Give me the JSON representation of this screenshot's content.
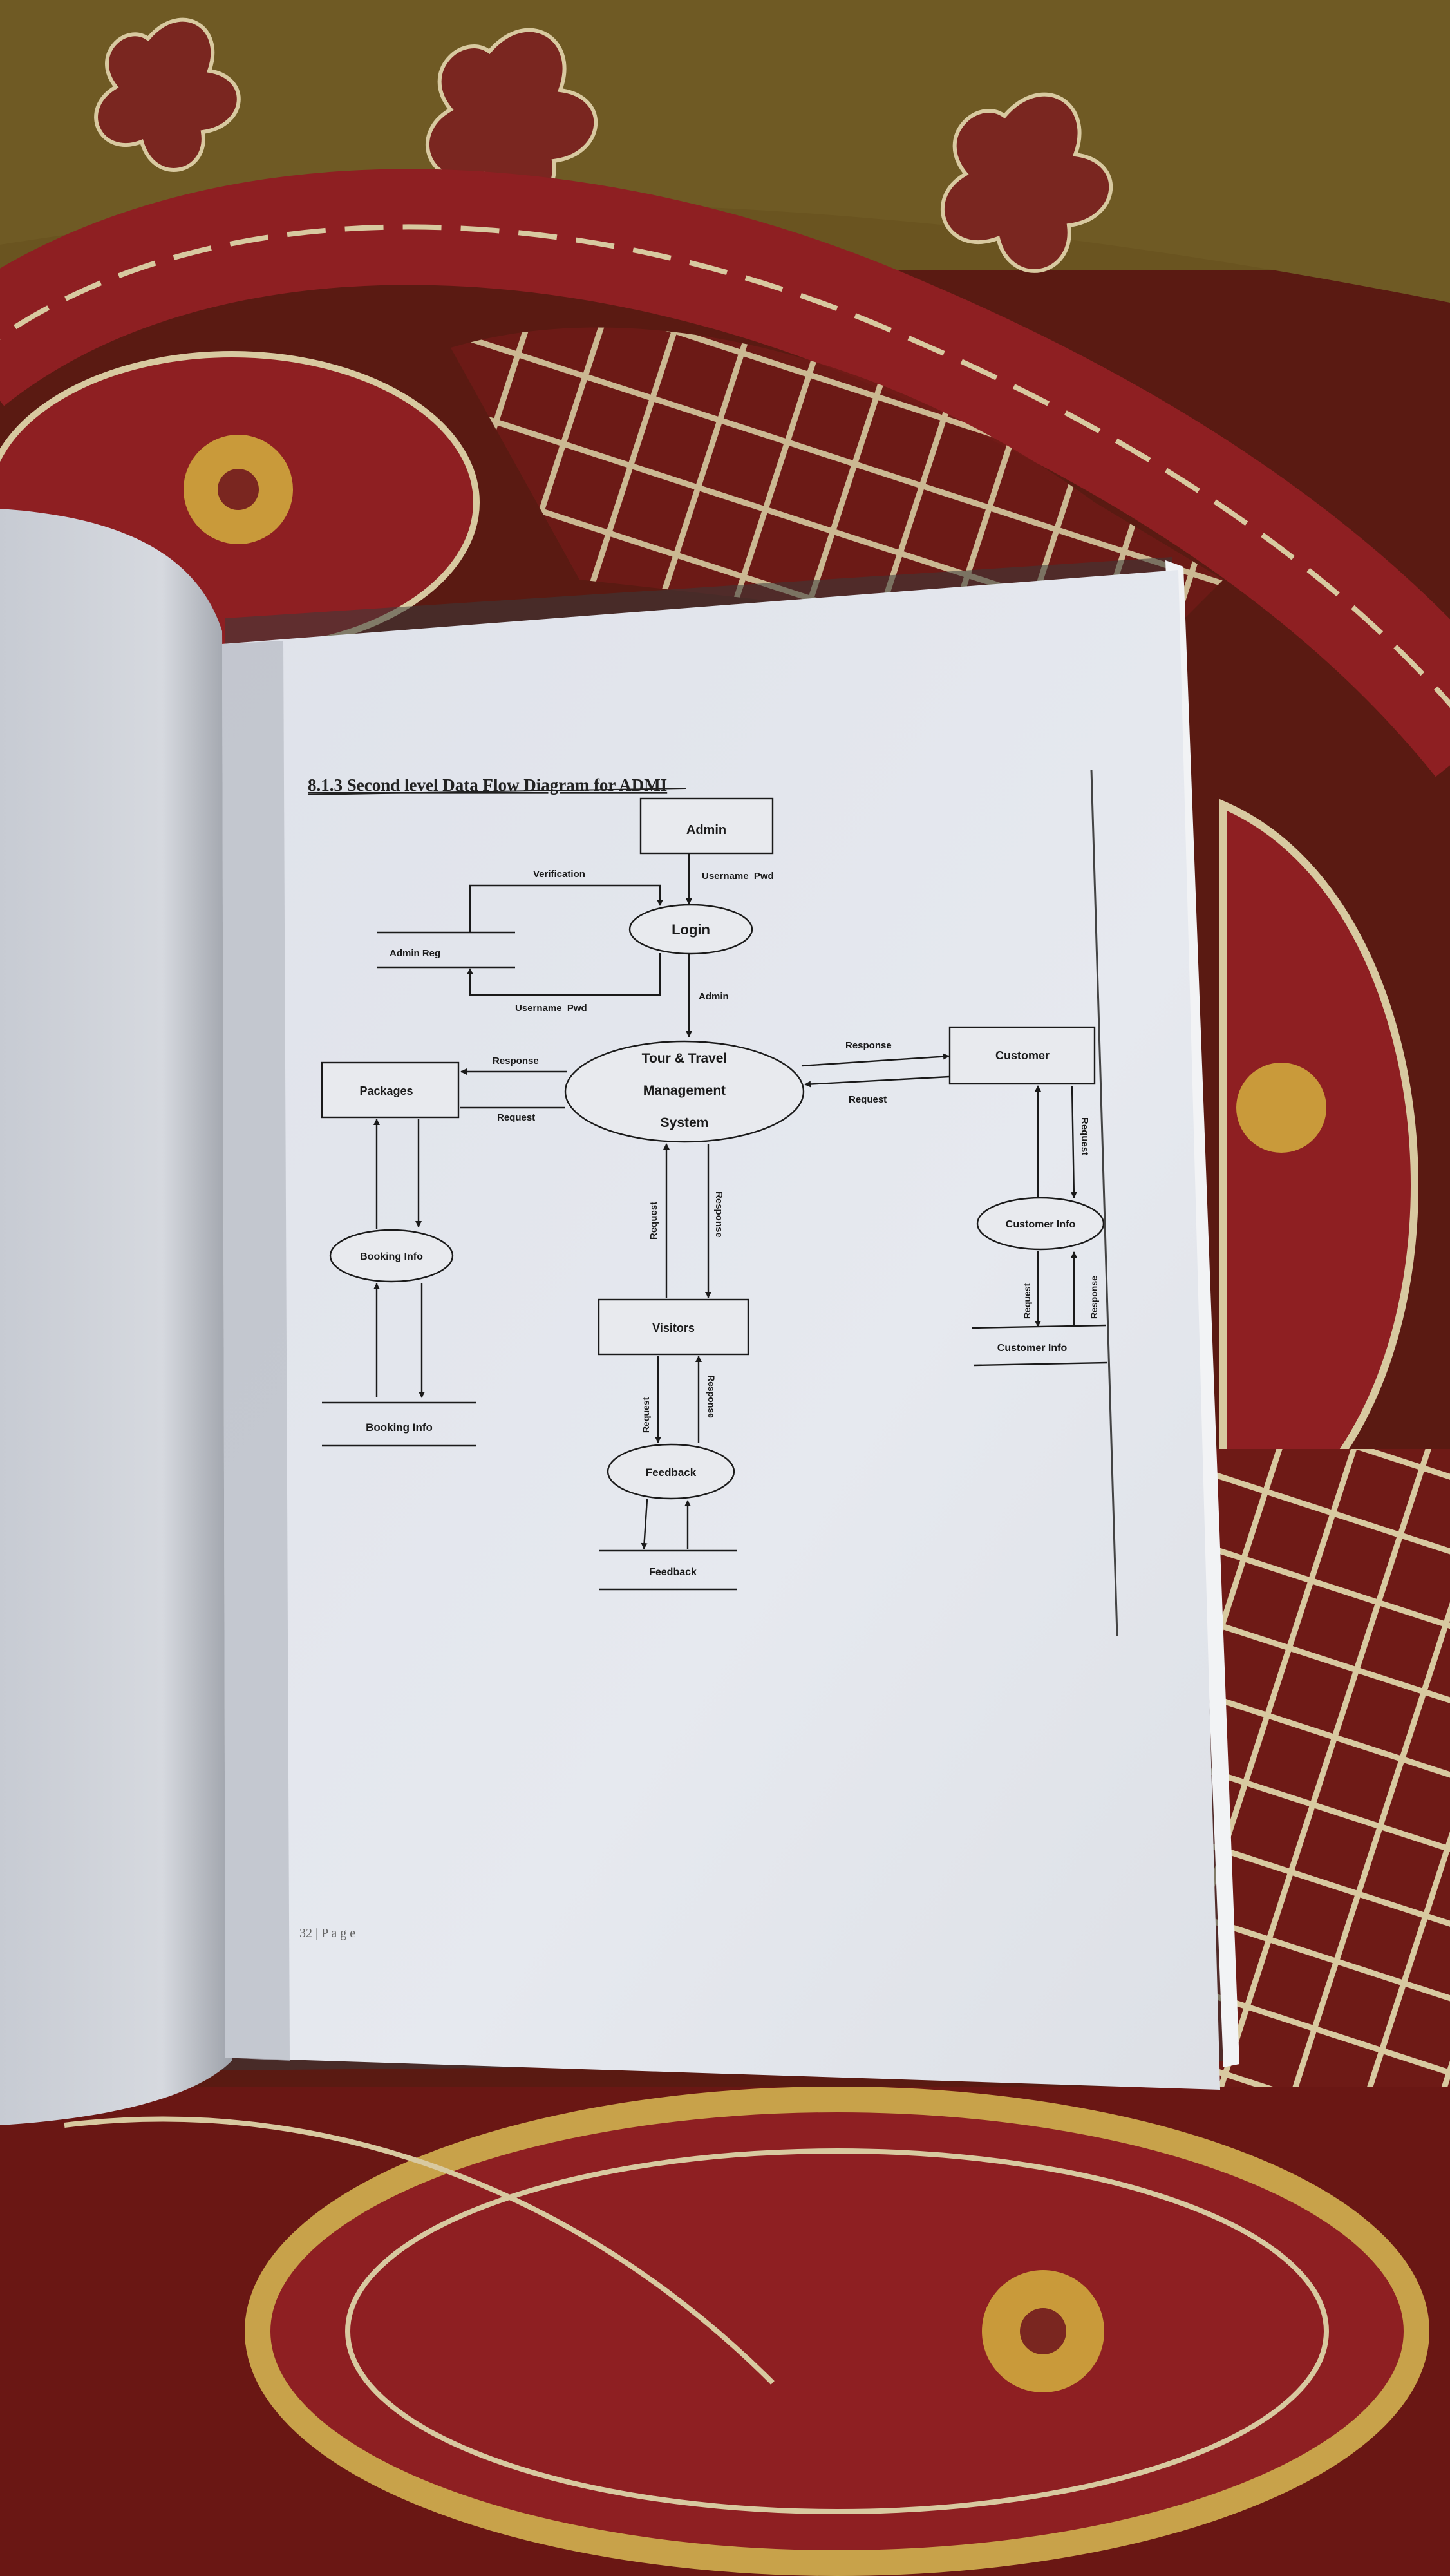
{
  "page": {
    "heading": "8.1.3 Second level Data Flow Diagram for ADMI",
    "footer": "32 | P a g e"
  },
  "diagram": {
    "entities": {
      "admin": "Admin",
      "customer": "Customer",
      "packages": "Packages",
      "visitors": "Visitors"
    },
    "processes": {
      "login": "Login",
      "system_line1": "Tour & Travel",
      "system_line2": "Management",
      "system_line3": "System",
      "booking_info": "Booking Info",
      "customer_info": "Customer Info",
      "feedback": "Feedback"
    },
    "stores": {
      "admin_reg": "Admin Reg",
      "booking_info": "Booking Info",
      "customer_info": "Customer Info",
      "feedback": "Feedback"
    },
    "flows": {
      "verification": "Verification",
      "username_pwd_top": "Username_Pwd",
      "username_pwd_bottom": "Username_Pwd",
      "admin": "Admin",
      "response_packages": "Response",
      "request_packages": "Request",
      "response_customer": "Response",
      "request_customer": "Request",
      "request_visitors": "Request",
      "response_visitors": "Response",
      "request_feedback": "Request",
      "response_feedback": "Response",
      "request_cust_info": "Request",
      "request_cust_store": "Request",
      "response_cust_store": "Response"
    }
  },
  "colors": {
    "fabric_base": "#5a1a12",
    "fabric_red": "#8e1f22",
    "fabric_olive": "#6a5420",
    "fabric_cream": "#d8c9a0",
    "paper": "#e2e5ec",
    "ink": "#1a1a1a"
  }
}
